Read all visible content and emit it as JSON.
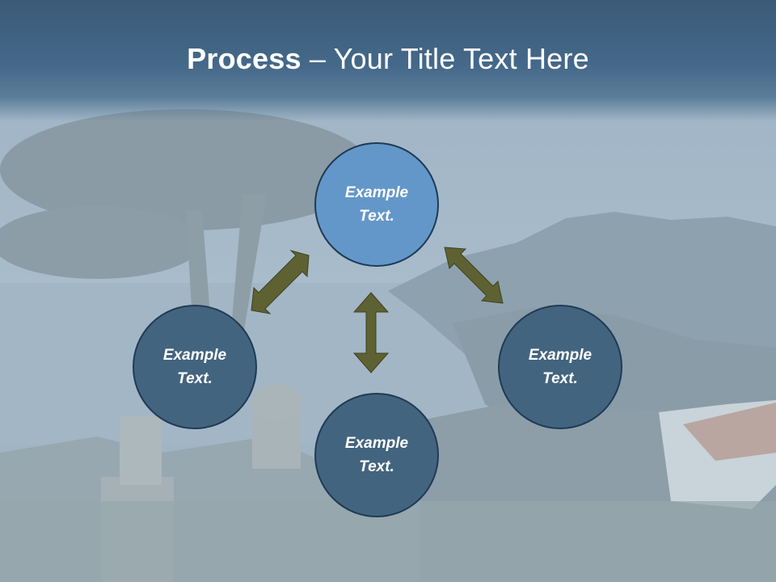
{
  "slide": {
    "title_bold": "Process",
    "title_rest": " – Your Title Text Here"
  },
  "nodes": {
    "top": "Example Text.",
    "left": "Example Text.",
    "right": "Example Text.",
    "bottom": "Example Text."
  },
  "colors": {
    "header": "#3a5a78",
    "node_highlight": "#6497c9",
    "node_default": "#43647f",
    "arrow": "#5e6132"
  }
}
